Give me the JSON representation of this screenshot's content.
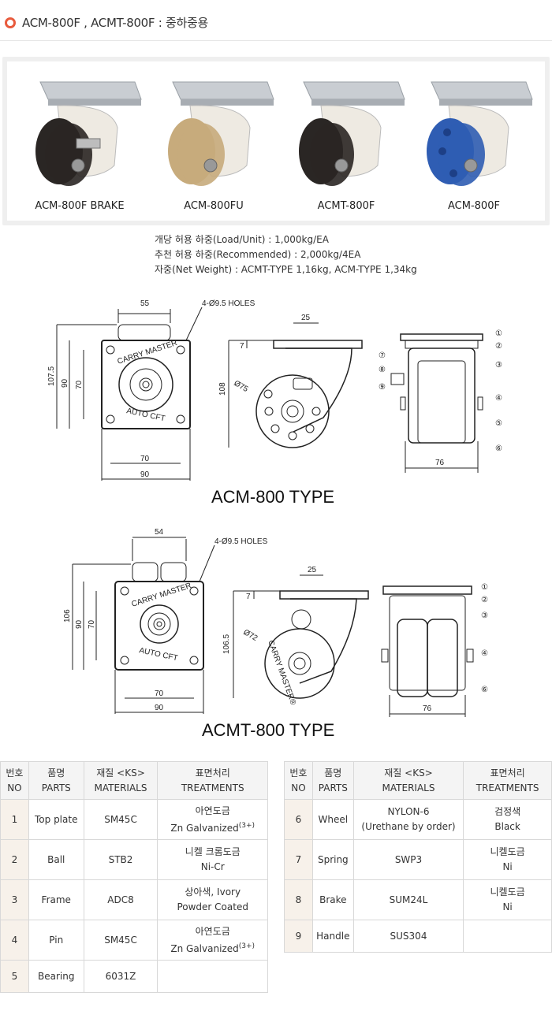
{
  "header": {
    "title": "ACM-800F , ACMT-800F : 중하중용"
  },
  "products": [
    {
      "label": "ACM-800F BRAKE",
      "wheel_color": "#2a2624"
    },
    {
      "label": "ACM-800FU",
      "wheel_color": "#c7ab7c"
    },
    {
      "label": "ACMT-800F",
      "wheel_color": "#2a2624"
    },
    {
      "label": "ACM-800F",
      "wheel_color": "#2f5db3"
    }
  ],
  "specs": [
    "개당 허용 하중(Load/Unit) : 1,000kg/EA",
    "추천 허용 하중(Recommended) : 2,000kg/4EA",
    "자중(Net Weight) : ACMT-TYPE 1,16kg, ACM-TYPE 1,34kg"
  ],
  "drawing1": {
    "type_label": "ACM-800 TYPE",
    "holes": "4-Ø9.5 HOLES",
    "plate_text_top": "CARRY MASTER",
    "plate_text_bottom": "AUTO CFT",
    "dims": {
      "d55": "55",
      "d107": "107.5",
      "d90v": "90",
      "d70v": "70",
      "d70h": "70",
      "d90h": "90",
      "d25": "25",
      "d7": "7",
      "d108": "108",
      "dia": "Ø75",
      "d76": "76"
    },
    "callouts": [
      "①",
      "②",
      "③",
      "④",
      "⑤",
      "⑥",
      "⑦",
      "⑧",
      "⑨"
    ]
  },
  "drawing2": {
    "type_label": "ACMT-800 TYPE",
    "holes": "4-Ø9.5 HOLES",
    "plate_text_top": "CARRY MASTER",
    "plate_text_bottom": "AUTO CFT",
    "wheel_text": "CARRY MASTER®",
    "dims": {
      "d54": "54",
      "d106": "106",
      "d90v": "90",
      "d70v": "70",
      "d70h": "70",
      "d90h": "90",
      "d25": "25",
      "d7": "7",
      "d1065": "106.5",
      "dia": "Ø72",
      "d76": "76"
    },
    "callouts": [
      "①",
      "②",
      "③",
      "④",
      "⑥"
    ]
  },
  "table_headers": {
    "no": [
      "번호",
      "NO"
    ],
    "parts": [
      "품명",
      "PARTS"
    ],
    "materials": [
      "재질 <KS>",
      "MATERIALS"
    ],
    "treatments": [
      "표면처리",
      "TREATMENTS"
    ]
  },
  "parts_left": [
    {
      "no": "1",
      "part": "Top plate",
      "material": "SM45C",
      "treat1": "아연도금",
      "treat2": "Zn Galvanized",
      "sup": "(3+)"
    },
    {
      "no": "2",
      "part": "Ball",
      "material": "STB2",
      "treat1": "니켈 크롬도금",
      "treat2": "Ni-Cr",
      "sup": ""
    },
    {
      "no": "3",
      "part": "Frame",
      "material": "ADC8",
      "treat1": "상아색, Ivory",
      "treat2": "Powder Coated",
      "sup": ""
    },
    {
      "no": "4",
      "part": "Pin",
      "material": "SM45C",
      "treat1": "아연도금",
      "treat2": "Zn Galvanized",
      "sup": "(3+)"
    },
    {
      "no": "5",
      "part": "Bearing",
      "material": "6031Z",
      "treat1": "",
      "treat2": "",
      "sup": ""
    }
  ],
  "parts_right": [
    {
      "no": "6",
      "part": "Wheel",
      "material": "NYLON-6",
      "material2": "(Urethane by order)",
      "treat1": "검정색",
      "treat2": "Black"
    },
    {
      "no": "7",
      "part": "Spring",
      "material": "SWP3",
      "material2": "",
      "treat1": "니켈도금",
      "treat2": "Ni"
    },
    {
      "no": "8",
      "part": "Brake",
      "material": "SUM24L",
      "material2": "",
      "treat1": "니켈도금",
      "treat2": "Ni"
    },
    {
      "no": "9",
      "part": "Handle",
      "material": "SUS304",
      "material2": "",
      "treat1": "",
      "treat2": ""
    }
  ]
}
